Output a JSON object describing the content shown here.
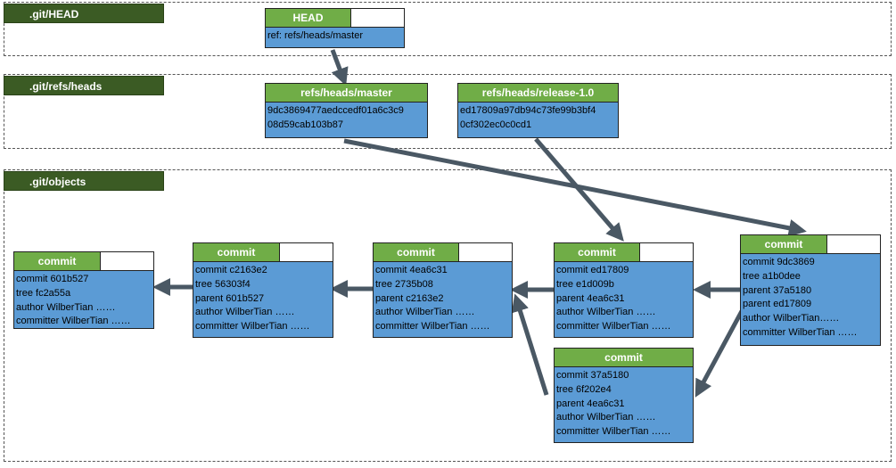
{
  "regions": {
    "head": ".git/HEAD",
    "refs": ".git/refs/heads",
    "objects": ".git/objects"
  },
  "nodes": {
    "head": {
      "title": "HEAD",
      "lines": [
        "ref: refs/heads/master"
      ]
    },
    "master": {
      "title": "refs/heads/master",
      "lines": [
        "9dc3869477aedccedf01a6c3c9",
        "08d59cab103b87"
      ]
    },
    "release": {
      "title": "refs/heads/release-1.0",
      "lines": [
        "ed17809a97db94c73fe99b3bf4",
        "0cf302ec0c0cd1"
      ]
    },
    "c1": {
      "title": "commit",
      "lines": [
        "commit 601b527",
        "tree fc2a55a",
        "author WilberTian ……",
        "committer WilberTian ……"
      ]
    },
    "c2": {
      "title": "commit",
      "lines": [
        "commit c2163e2",
        "tree 56303f4",
        "parent 601b527",
        "author WilberTian ……",
        "committer WilberTian ……"
      ]
    },
    "c3": {
      "title": "commit",
      "lines": [
        "commit 4ea6c31",
        "tree 2735b08",
        "parent c2163e2",
        "author WilberTian ……",
        "committer WilberTian ……"
      ]
    },
    "c4": {
      "title": "commit",
      "lines": [
        "commit ed17809",
        "tree e1d009b",
        "parent 4ea6c31",
        "author WilberTian ……",
        "committer WilberTian ……"
      ]
    },
    "c5": {
      "title": "commit",
      "lines": [
        "commit 37a5180",
        "tree 6f202e4",
        "parent 4ea6c31",
        "author WilberTian ……",
        "committer WilberTian ……"
      ]
    },
    "c6": {
      "title": "commit",
      "lines": [
        "commit 9dc3869",
        "tree a1b0dee",
        "parent 37a5180",
        "parent ed17809",
        "author WilberTian……",
        "committer WilberTian ……"
      ]
    }
  },
  "colors": {
    "header_green": "#70ad47",
    "body_blue": "#5b9bd5",
    "label_dark_green": "#3b5b24",
    "arrow": "#4a5864"
  }
}
